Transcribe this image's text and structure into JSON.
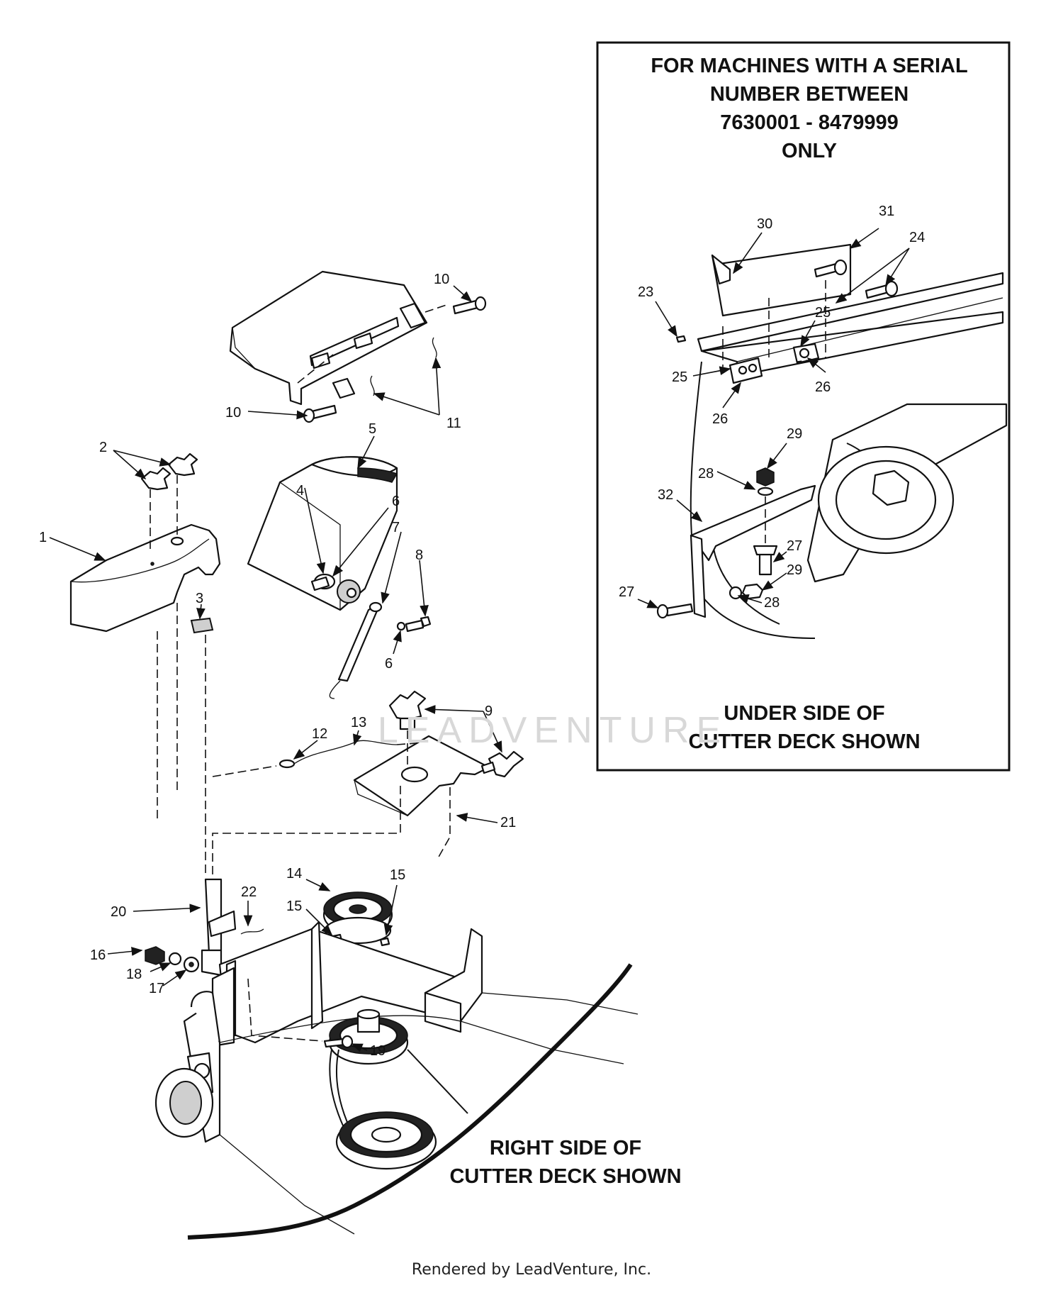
{
  "inset": {
    "heading_lines": [
      "FOR MACHINES WITH A SERIAL",
      "NUMBER BETWEEN",
      "7630001 - 8479999",
      "ONLY"
    ],
    "caption_lines": [
      "UNDER SIDE OF",
      "CUTTER DECK SHOWN"
    ]
  },
  "main": {
    "caption_lines": [
      "RIGHT SIDE OF",
      "CUTTER DECK SHOWN"
    ]
  },
  "callouts": {
    "c1": "1",
    "c2": "2",
    "c3": "3",
    "c4": "4",
    "c5": "5",
    "c6a": "6",
    "c6b": "6",
    "c7": "7",
    "c8": "8",
    "c9": "9",
    "c10a": "10",
    "c10b": "10",
    "c11": "11",
    "c12": "12",
    "c13": "13",
    "c14": "14",
    "c15a": "15",
    "c15b": "15",
    "c16": "16",
    "c17": "17",
    "c18": "18",
    "c19": "19",
    "c20": "20",
    "c21": "21",
    "c22": "22",
    "c23": "23",
    "c24": "24",
    "c25a": "25",
    "c25b": "25",
    "c26a": "26",
    "c26b": "26",
    "c27a": "27",
    "c27b": "27",
    "c28a": "28",
    "c28b": "28",
    "c29a": "29",
    "c29b": "29",
    "c30": "30",
    "c31": "31",
    "c32": "32"
  },
  "watermark": {
    "text": "LEADVENTURE"
  },
  "footer": {
    "text": "Rendered by LeadVenture, Inc."
  }
}
